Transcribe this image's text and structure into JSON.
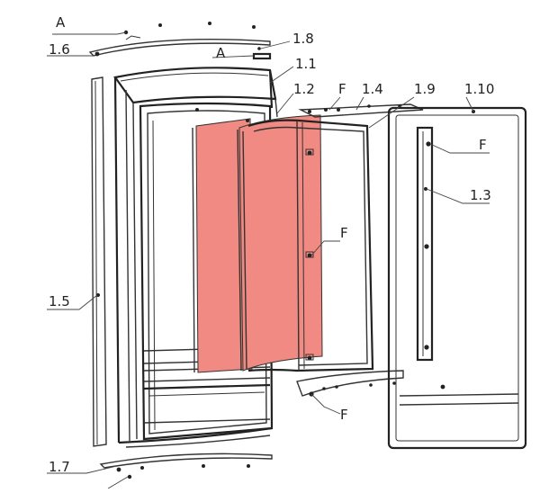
{
  "diagram": {
    "highlight_color": "#f08a82",
    "labels": {
      "a_top": "A",
      "p1_6": "1.6",
      "p1_8": "1.8",
      "a_mid": "A",
      "p1_1": "1.1",
      "p1_2": "1.2",
      "f_top": "F",
      "p1_4": "1.4",
      "p1_9": "1.9",
      "p1_10": "1.10",
      "f_right": "F",
      "p1_3": "1.3",
      "f_mid": "F",
      "p1_5": "1.5",
      "f_bottom": "F",
      "p1_7": "1.7"
    }
  }
}
